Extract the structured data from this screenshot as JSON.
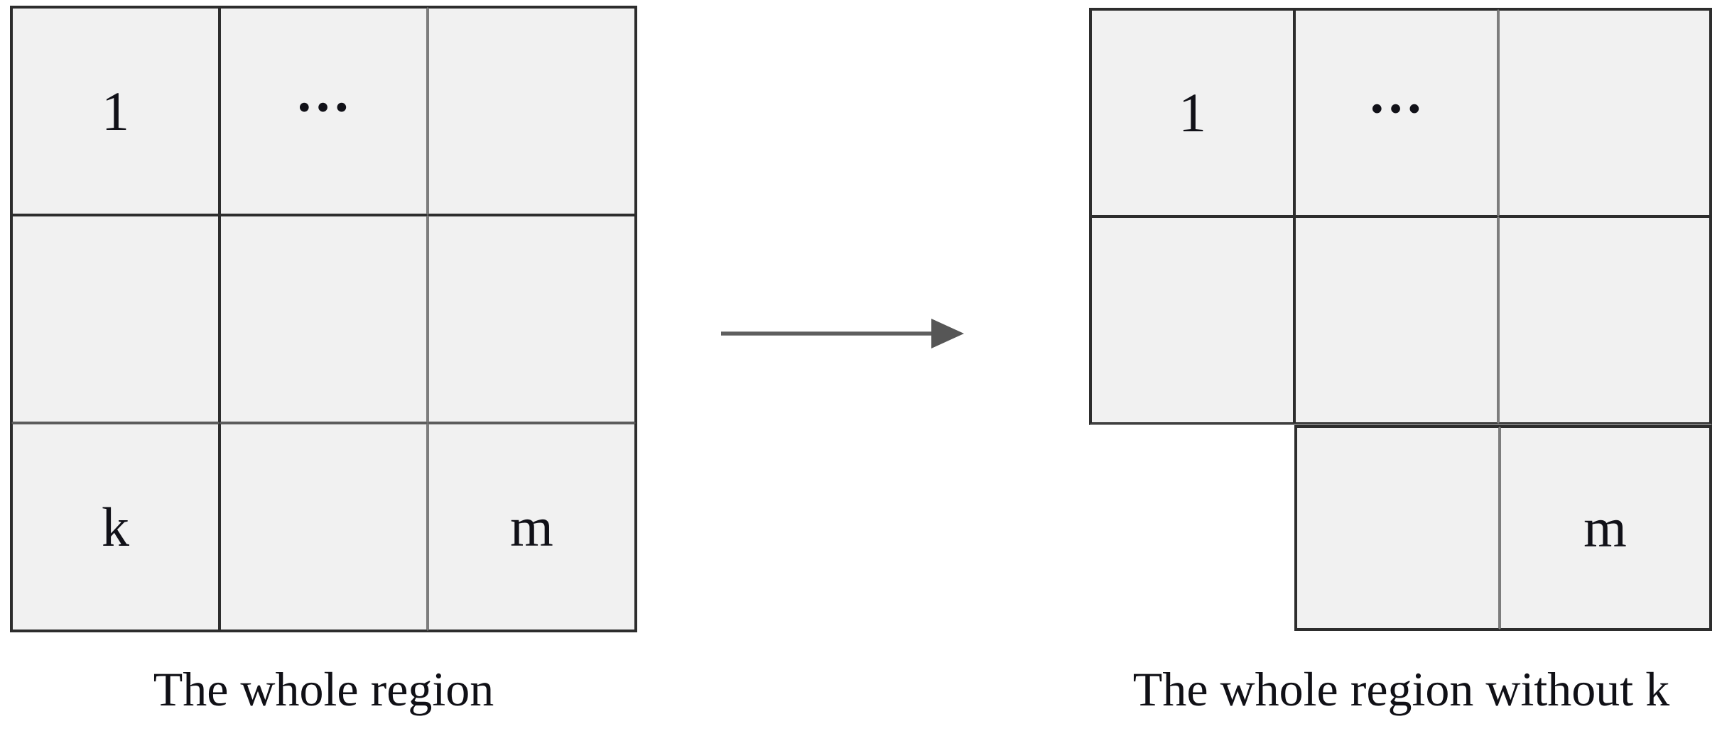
{
  "grids": {
    "left": {
      "caption": "The whole region",
      "rows": [
        [
          "1",
          "…",
          ""
        ],
        [
          "",
          "",
          ""
        ],
        [
          "k",
          "",
          "m"
        ]
      ]
    },
    "right": {
      "caption": "The whole region without k",
      "rows": [
        [
          "1",
          "…",
          ""
        ],
        [
          "",
          "",
          ""
        ],
        [
          "",
          "m"
        ]
      ]
    }
  },
  "arrow": {
    "icon": "right-arrow",
    "direction": "left-to-right"
  },
  "colors": {
    "background": "#ffffff",
    "cell_fill": "#f1f1f1",
    "grid_line_dark": "#2d2d2d",
    "grid_line_gray": "#7d7d7d",
    "arrow_gray": "#5f5f5f",
    "text": "#101016"
  }
}
